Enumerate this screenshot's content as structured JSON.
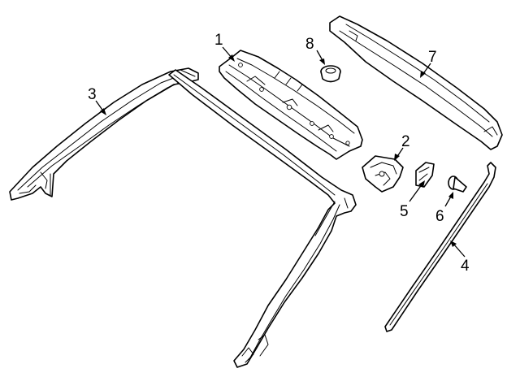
{
  "callouts": [
    {
      "number": "1"
    },
    {
      "number": "2"
    },
    {
      "number": "3"
    },
    {
      "number": "4"
    },
    {
      "number": "5"
    },
    {
      "number": "6"
    },
    {
      "number": "7"
    },
    {
      "number": "8"
    }
  ]
}
